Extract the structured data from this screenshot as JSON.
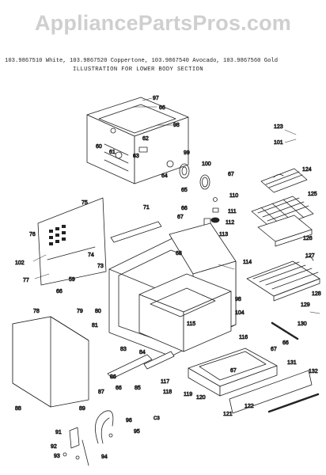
{
  "watermark": "AppliancePartsPros.com",
  "header": {
    "models": "103.9867510 White,  103.9867520 Coppertone,  103.9867540 Avocado,  103.9867560 Gold",
    "title": "ILLUSTRATION FOR LOWER BODY SECTION"
  },
  "code": "C3",
  "parts": [
    {
      "id": "97",
      "label": "97"
    },
    {
      "id": "66a",
      "label": "66"
    },
    {
      "id": "98a",
      "label": "98"
    },
    {
      "id": "62",
      "label": "62"
    },
    {
      "id": "60",
      "label": "60"
    },
    {
      "id": "61",
      "label": "61"
    },
    {
      "id": "63",
      "label": "63"
    },
    {
      "id": "99",
      "label": "99"
    },
    {
      "id": "64",
      "label": "64"
    },
    {
      "id": "100",
      "label": "100"
    },
    {
      "id": "65",
      "label": "65"
    },
    {
      "id": "67a",
      "label": "67"
    },
    {
      "id": "123",
      "label": "123"
    },
    {
      "id": "101",
      "label": "101"
    },
    {
      "id": "124",
      "label": "124"
    },
    {
      "id": "125",
      "label": "125"
    },
    {
      "id": "126",
      "label": "126"
    },
    {
      "id": "110",
      "label": "110"
    },
    {
      "id": "66b",
      "label": "66"
    },
    {
      "id": "111",
      "label": "111"
    },
    {
      "id": "112",
      "label": "112"
    },
    {
      "id": "113",
      "label": "113"
    },
    {
      "id": "75",
      "label": "75"
    },
    {
      "id": "71",
      "label": "71"
    },
    {
      "id": "67b",
      "label": "67"
    },
    {
      "id": "76",
      "label": "76"
    },
    {
      "id": "102",
      "label": "102"
    },
    {
      "id": "74",
      "label": "74"
    },
    {
      "id": "73",
      "label": "73"
    },
    {
      "id": "68",
      "label": "68"
    },
    {
      "id": "114",
      "label": "114"
    },
    {
      "id": "127",
      "label": "127"
    },
    {
      "id": "77",
      "label": "77"
    },
    {
      "id": "59",
      "label": "59"
    },
    {
      "id": "66c",
      "label": "66"
    },
    {
      "id": "128",
      "label": "128"
    },
    {
      "id": "79",
      "label": "79"
    },
    {
      "id": "80",
      "label": "80"
    },
    {
      "id": "98b",
      "label": "98"
    },
    {
      "id": "104",
      "label": "104"
    },
    {
      "id": "129",
      "label": "129"
    },
    {
      "id": "78",
      "label": "78"
    },
    {
      "id": "81",
      "label": "81"
    },
    {
      "id": "115",
      "label": "115"
    },
    {
      "id": "130",
      "label": "130"
    },
    {
      "id": "116",
      "label": "116"
    },
    {
      "id": "66d",
      "label": "66"
    },
    {
      "id": "83",
      "label": "83"
    },
    {
      "id": "84",
      "label": "84"
    },
    {
      "id": "67c",
      "label": "67"
    },
    {
      "id": "67d",
      "label": "67"
    },
    {
      "id": "131",
      "label": "131"
    },
    {
      "id": "86",
      "label": "86"
    },
    {
      "id": "117",
      "label": "117"
    },
    {
      "id": "118",
      "label": "118"
    },
    {
      "id": "66e",
      "label": "66"
    },
    {
      "id": "85",
      "label": "85"
    },
    {
      "id": "119",
      "label": "119"
    },
    {
      "id": "132",
      "label": "132"
    },
    {
      "id": "87",
      "label": "87"
    },
    {
      "id": "120",
      "label": "120"
    },
    {
      "id": "88",
      "label": "88"
    },
    {
      "id": "89",
      "label": "89"
    },
    {
      "id": "122",
      "label": "122"
    },
    {
      "id": "121",
      "label": "121"
    },
    {
      "id": "96",
      "label": "96"
    },
    {
      "id": "95",
      "label": "95"
    },
    {
      "id": "91",
      "label": "91"
    },
    {
      "id": "92",
      "label": "92"
    },
    {
      "id": "93",
      "label": "93"
    },
    {
      "id": "94",
      "label": "94"
    }
  ]
}
